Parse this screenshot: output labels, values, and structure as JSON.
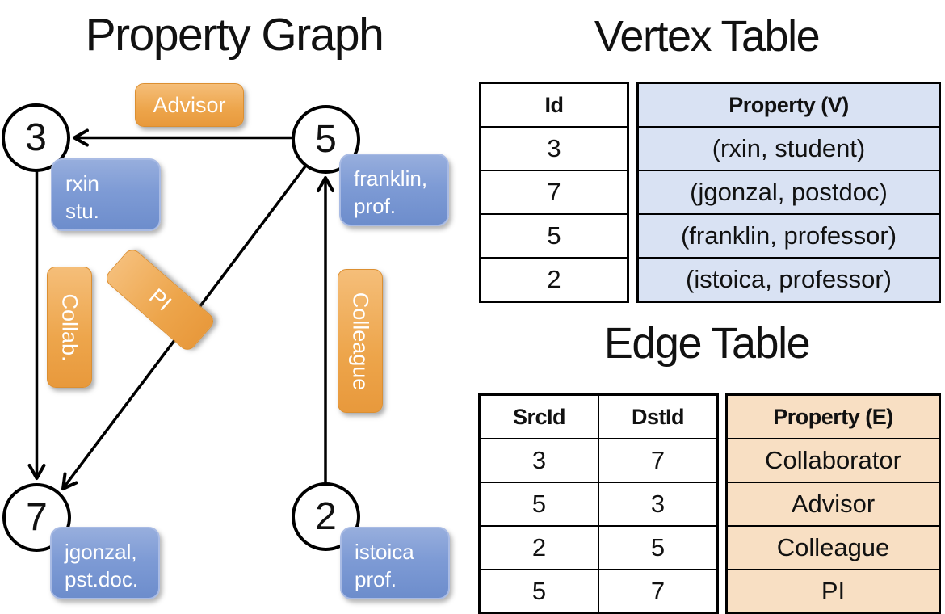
{
  "graph": {
    "title": "Property Graph",
    "nodes": [
      {
        "id": "3",
        "label_line1": "rxin",
        "label_line2": "stu."
      },
      {
        "id": "5",
        "label_line1": "franklin,",
        "label_line2": "prof."
      },
      {
        "id": "7",
        "label_line1": "jgonzal,",
        "label_line2": "pst.doc."
      },
      {
        "id": "2",
        "label_line1": "istoica",
        "label_line2": "prof."
      }
    ],
    "edge_labels": {
      "advisor": "Advisor",
      "collab": "Collab.",
      "pi": "PI",
      "colleague": "Colleague"
    }
  },
  "vertex_table": {
    "title": "Vertex Table",
    "columns": [
      "Id",
      "Property (V)"
    ],
    "rows": [
      [
        "3",
        "(rxin, student)"
      ],
      [
        "7",
        "(jgonzal, postdoc)"
      ],
      [
        "5",
        "(franklin, professor)"
      ],
      [
        "2",
        "(istoica, professor)"
      ]
    ]
  },
  "edge_table": {
    "title": "Edge Table",
    "columns": [
      "SrcId",
      "DstId",
      "Property (E)"
    ],
    "rows": [
      [
        "3",
        "7",
        "Collaborator"
      ],
      [
        "5",
        "3",
        "Advisor"
      ],
      [
        "2",
        "5",
        "Colleague"
      ],
      [
        "5",
        "7",
        "PI"
      ]
    ]
  },
  "colors": {
    "edge_label_orange": "#EDA54B",
    "edge_label_border": "#DC8F31",
    "vertex_box_blue": "#7E9BD5",
    "vertex_box_border": "#A9BBE4",
    "vertex_table_cell": "#D9E2F3",
    "edge_table_cell": "#F8DFC3",
    "line_black": "#000000",
    "text_white": "#FFFFFF"
  }
}
